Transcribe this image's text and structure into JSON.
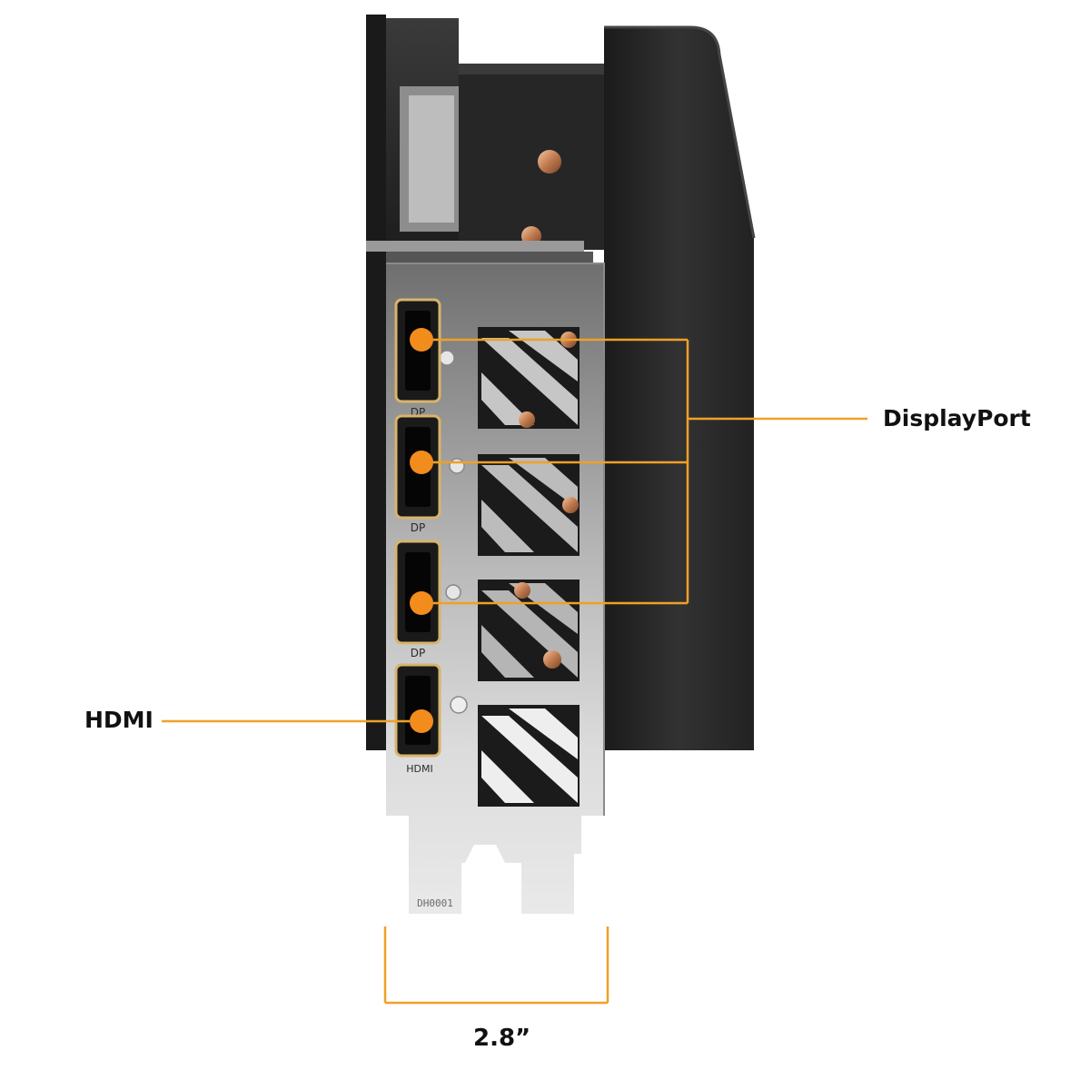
{
  "callouts": {
    "displayport": "DisplayPort",
    "hdmi": "HDMI",
    "width": "2.8”"
  },
  "port_markings": {
    "dp": "DP",
    "hdmi": "HDMI"
  },
  "pcb_marking": "DH0001",
  "colors": {
    "accent": "#f0a028",
    "callout_dot": "#f28c1c",
    "bracket_silver": "#c9c9c9",
    "shroud_black": "#2a2a2a"
  }
}
